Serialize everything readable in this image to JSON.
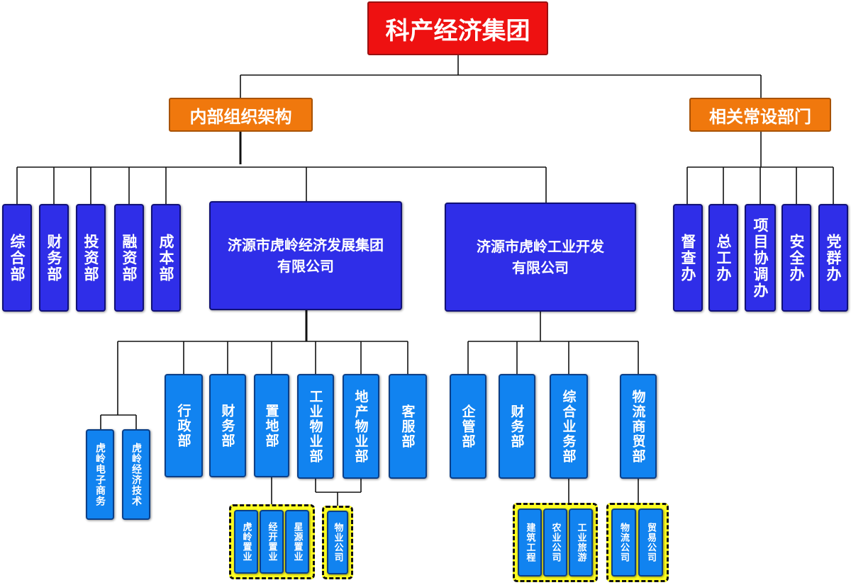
{
  "root": {
    "label": "科产经济集团"
  },
  "internal": {
    "label": "内部组织架构"
  },
  "related": {
    "label": "相关常设部门"
  },
  "internal_depts": [
    "综合部",
    "财务部",
    "投资部",
    "融资部",
    "成本部"
  ],
  "related_offices": [
    "督查办",
    "总工办",
    "项目协调办",
    "安全办",
    "党群办"
  ],
  "group1": {
    "name_line1": "济源市虎岭经济发展集团",
    "name_line2": "有限公司",
    "departments": [
      "行政部",
      "财务部",
      "置地部",
      "工业物业部",
      "地产物业部",
      "客服部"
    ],
    "extras": [
      "虎岭电子商务",
      "虎岭经济技术"
    ],
    "realestate_subs": [
      "虎岭置业",
      "经开置业",
      "星源置业"
    ],
    "property_subs": [
      "物业公司"
    ]
  },
  "group2": {
    "name_line1": "济源市虎岭工业开发",
    "name_line2": "有限公司",
    "departments": [
      "企管部",
      "财务部",
      "综合业务部",
      "物流商贸部"
    ],
    "general_subs": [
      "建筑工程",
      "农业公司",
      "工业旅游"
    ],
    "logistics_subs": [
      "物流公司",
      "贸易公司"
    ]
  },
  "colors": {
    "root": "#ee1111",
    "level1": "#f0780d",
    "dark_blue": "#2f2ee8",
    "medium_blue": "#1183f0",
    "highlight": "#ffff22"
  }
}
